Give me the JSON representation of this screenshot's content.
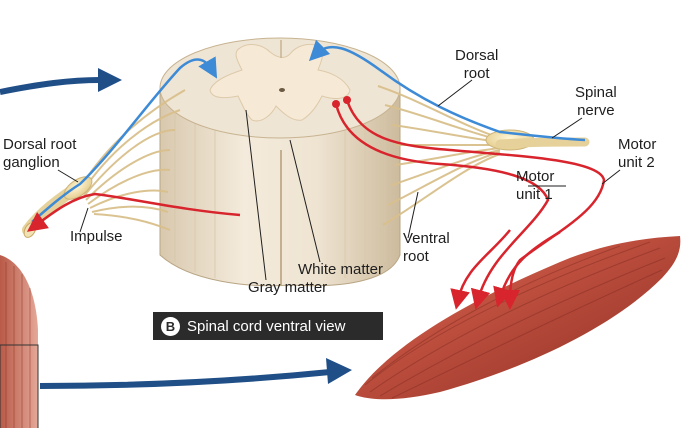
{
  "labels": {
    "dorsal_root": [
      "Dorsal",
      "root"
    ],
    "spinal_nerve": [
      "Spinal",
      "nerve"
    ],
    "motor_unit_2": [
      "Motor",
      "unit 2"
    ],
    "dorsal_root_ganglion": [
      "Dorsal root",
      "ganglion"
    ],
    "motor_unit_1": [
      "Motor",
      "unit 1"
    ],
    "impulse": "Impulse",
    "ventral_root": [
      "Ventral",
      "root"
    ],
    "white_matter": "White matter",
    "gray_matter": "Gray matter"
  },
  "caption": {
    "badge": "B",
    "text": "Spinal cord ventral view"
  },
  "colors": {
    "sensory_path": "#3d8ad6",
    "motor_path": "#d8242c",
    "navy_arrow": "#1f4f86",
    "white_matter": "#ece1cf",
    "gray_matter": "#f3e6d2",
    "muscle": "#b5483a",
    "nerve_fibers": "#d9c08c"
  }
}
